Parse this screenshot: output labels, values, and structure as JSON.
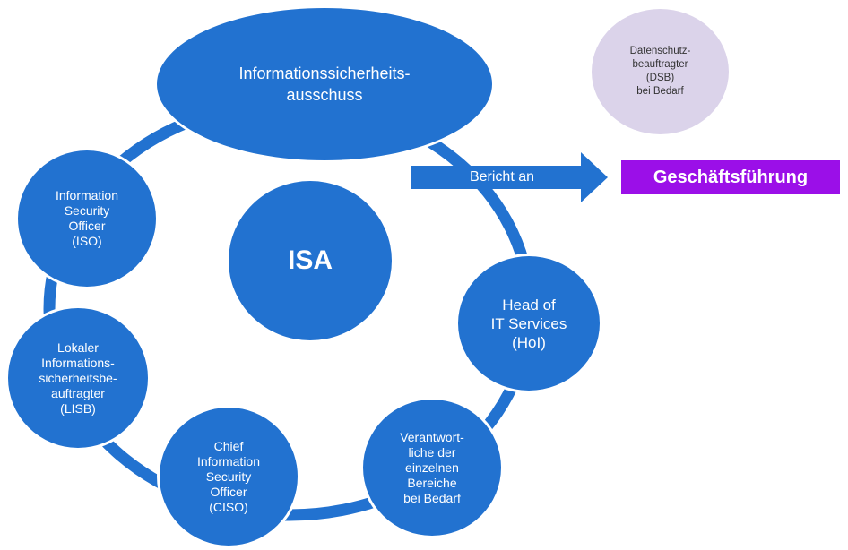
{
  "committee": {
    "lines": [
      "Informationssicherheits-",
      "ausschuss"
    ]
  },
  "center": {
    "label": "ISA"
  },
  "dsb": {
    "lines": [
      "Datenschutz-",
      "beauftragter",
      "(DSB)",
      "bei Bedarf"
    ]
  },
  "report": {
    "arrow_label": "Bericht an",
    "target_label": "Geschäftsführung"
  },
  "nodes": {
    "iso": {
      "lines": [
        "Information",
        "Security",
        "Officer",
        "(ISO)"
      ]
    },
    "lisb": {
      "lines": [
        "Lokaler",
        "Informations-",
        "sicherheitsbe-",
        "auftragter",
        "(LISB)"
      ]
    },
    "ciso": {
      "lines": [
        "Chief",
        "Information",
        "Security",
        "Officer",
        "(CISO)"
      ]
    },
    "verantwortliche": {
      "lines": [
        "Verantwort-",
        "liche der",
        "einzelnen",
        "Bereiche",
        "bei Bedarf"
      ]
    },
    "hoi": {
      "lines": [
        "Head of",
        "IT Services",
        "(HoI)"
      ]
    }
  },
  "colors": {
    "node": "#2272d0",
    "dsb": "#dbd3ea",
    "target": "#9b0fe8"
  }
}
